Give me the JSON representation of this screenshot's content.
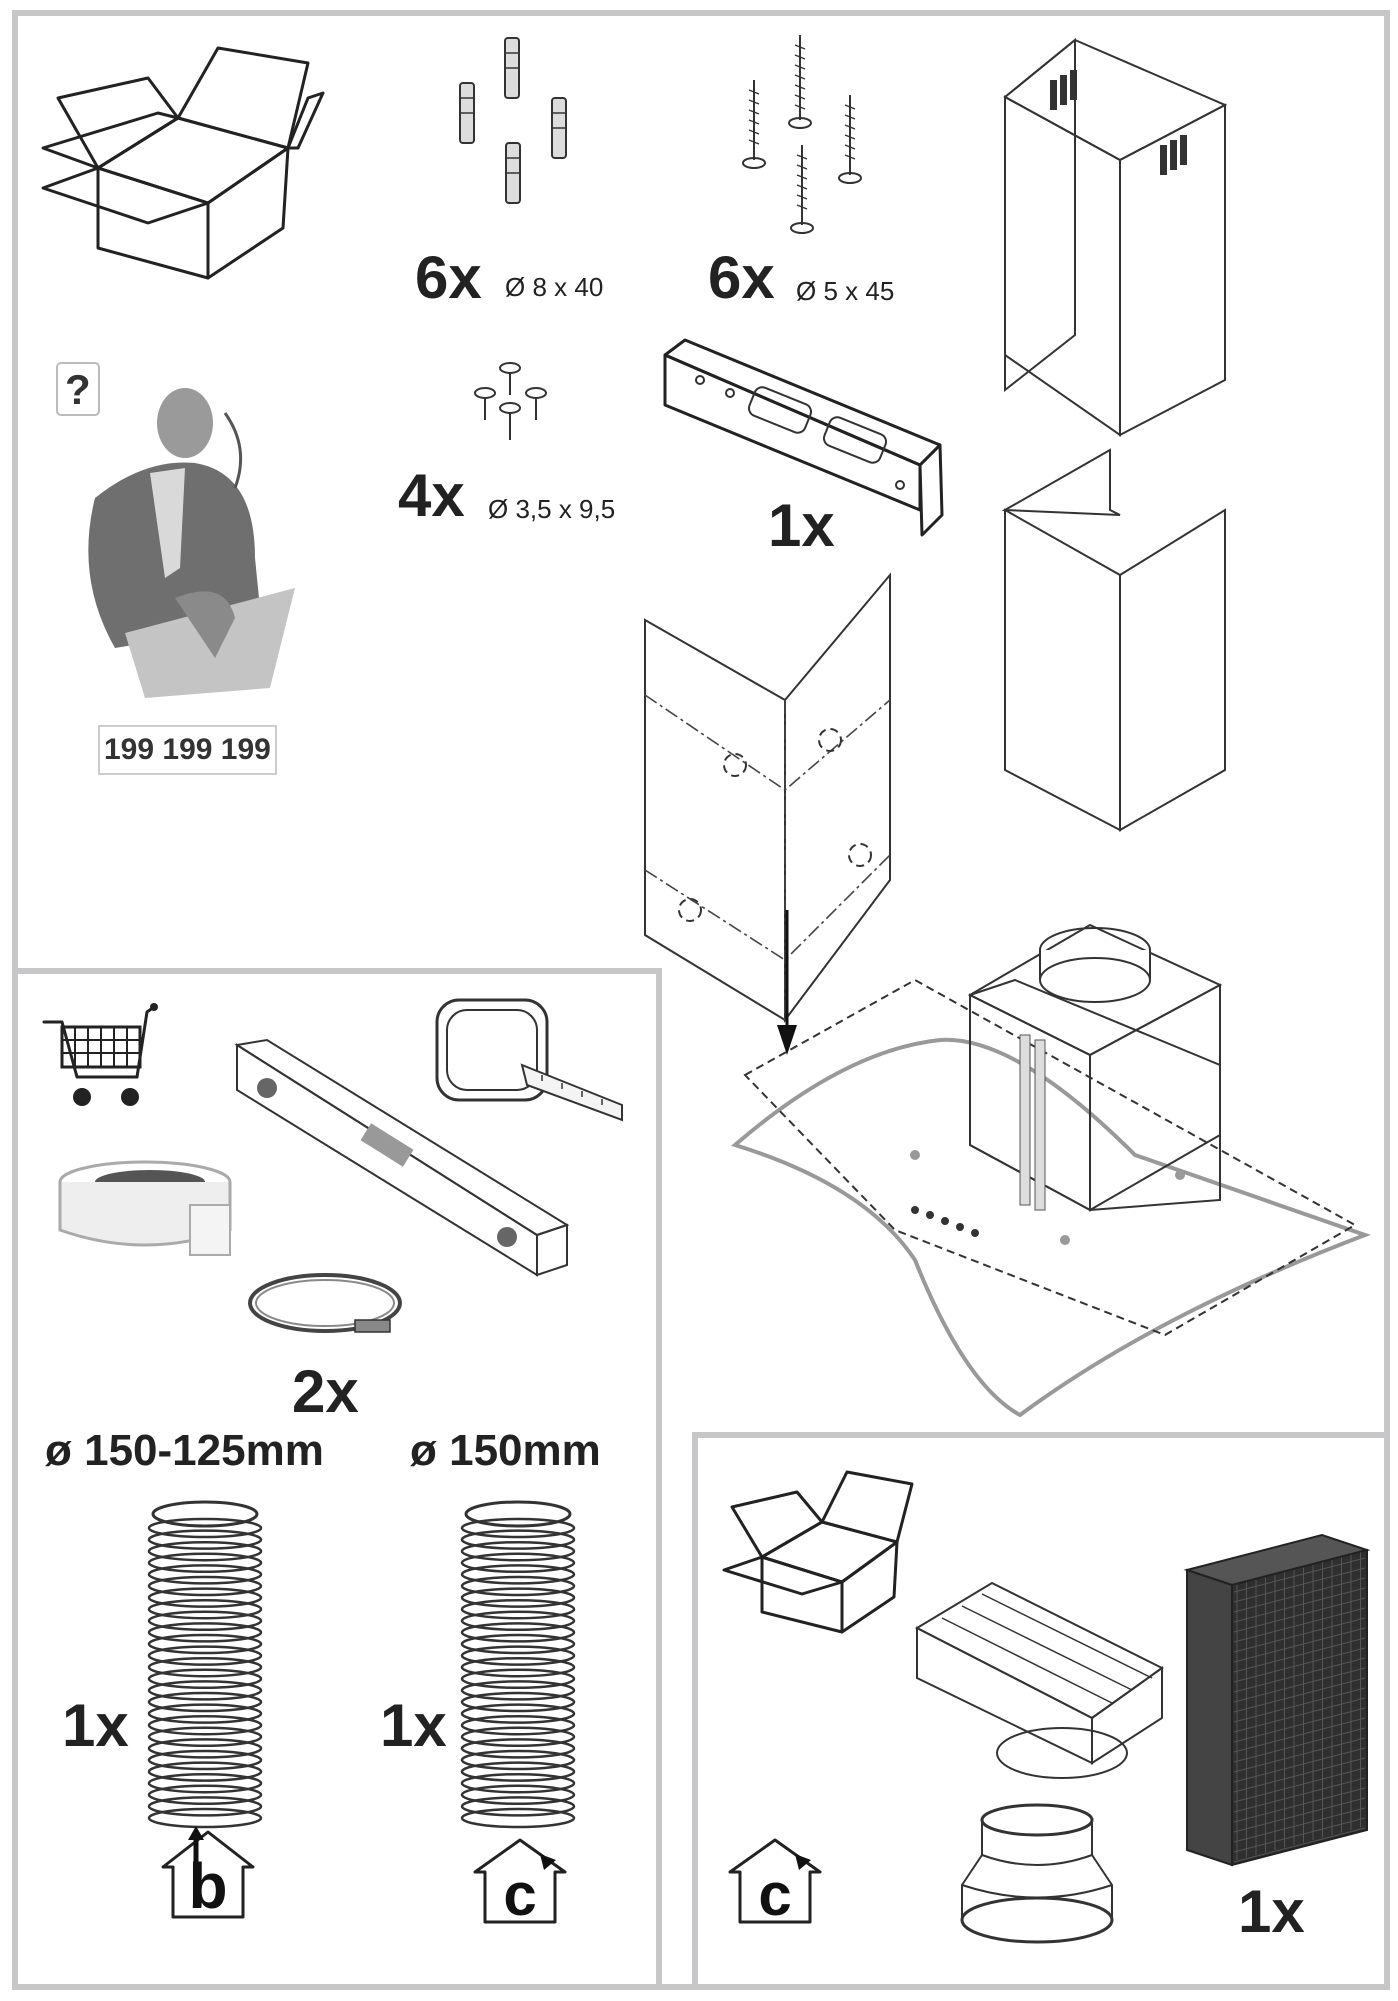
{
  "phone_number": "199 199 199",
  "question_mark": "?",
  "labels": {
    "wall_plugs_qty": "6x",
    "wall_plugs_dim": "Ø 8 x 40",
    "screws_qty": "6x",
    "screws_dim": "Ø 5 x 45",
    "small_screws_qty": "4x",
    "small_screws_dim": "Ø 3,5 x 9,5",
    "bracket_qty": "1x",
    "clamps_qty": "2x",
    "hose_a_dim": "ø 150-125mm",
    "hose_b_dim": "ø 150mm",
    "hose_a_qty": "1x",
    "hose_b_qty": "1x",
    "filter_qty": "1x"
  },
  "mode_icons": {
    "hose_a_mode": "b",
    "hose_b_mode": "c",
    "kit_mode": "c"
  },
  "icons": [
    "open-box-icon",
    "service-call-icon",
    "shopping-cart-icon",
    "spirit-level-icon",
    "tape-measure-icon",
    "tape-roll-icon",
    "hose-clamp-icon",
    "house-mode-icon",
    "carbon-filter-icon"
  ]
}
